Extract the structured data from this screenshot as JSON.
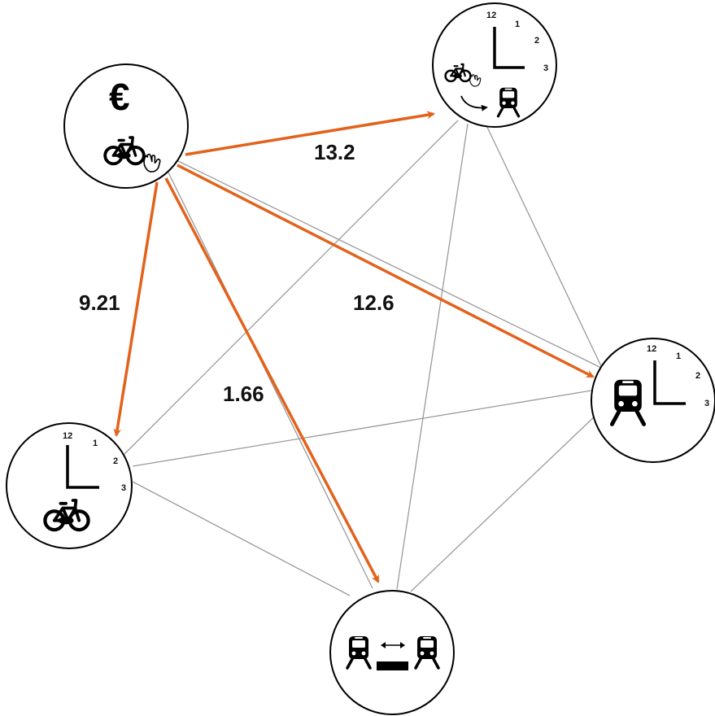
{
  "colors": {
    "edge_weighted": "#e3621b",
    "edge_plain": "#9a9a9a",
    "node_stroke": "#000000",
    "icon": "#000000"
  },
  "nodes": [
    {
      "id": "cost",
      "icons": [
        "euro-icon",
        "bicycle-icon",
        "hand-icon"
      ],
      "symbol": "€"
    },
    {
      "id": "bike-time",
      "icons": [
        "clock-icon",
        "bicycle-icon"
      ],
      "clock_labels": [
        "12",
        "1",
        "2",
        "3"
      ]
    },
    {
      "id": "bike-to-train-time",
      "icons": [
        "clock-icon",
        "bicycle-icon",
        "hand-icon",
        "arrow-icon",
        "train-icon"
      ],
      "clock_labels": [
        "12",
        "1",
        "2",
        "3"
      ]
    },
    {
      "id": "train-time",
      "icons": [
        "clock-icon",
        "train-icon"
      ],
      "clock_labels": [
        "12",
        "1",
        "2",
        "3"
      ]
    },
    {
      "id": "transfer",
      "icons": [
        "train-icon",
        "double-arrow-icon",
        "platform-icon",
        "train-icon"
      ]
    }
  ],
  "edges": {
    "weighted": [
      {
        "from": "cost",
        "to": "bike-to-train-time",
        "label": "13.2"
      },
      {
        "from": "cost",
        "to": "bike-time",
        "label": "9.21"
      },
      {
        "from": "cost",
        "to": "train-time",
        "label": "12.6"
      },
      {
        "from": "cost",
        "to": "transfer",
        "label": "1.66"
      }
    ],
    "plain": [
      {
        "from": "cost",
        "to": "train-time"
      },
      {
        "from": "cost",
        "to": "transfer"
      },
      {
        "from": "bike-to-train-time",
        "to": "bike-time"
      },
      {
        "from": "bike-to-train-time",
        "to": "transfer"
      },
      {
        "from": "bike-to-train-time",
        "to": "train-time"
      },
      {
        "from": "bike-time",
        "to": "train-time"
      },
      {
        "from": "bike-time",
        "to": "transfer"
      },
      {
        "from": "train-time",
        "to": "transfer"
      }
    ]
  }
}
